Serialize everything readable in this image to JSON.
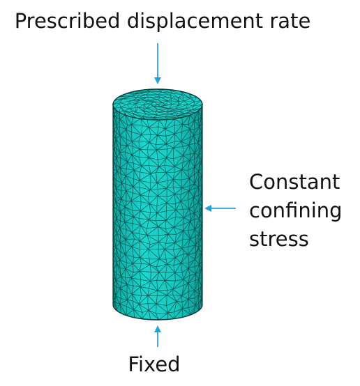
{
  "labels": {
    "top": "Prescribed displacement rate",
    "right_line1": "Constant",
    "right_line2": "confining",
    "right_line3": "stress",
    "bottom": "Fixed"
  },
  "colors": {
    "mesh_fill": "#14ccc4",
    "mesh_shade": "#0ea8a2",
    "mesh_lines": "#0a3b3a",
    "arrow": "#2a9fd6"
  }
}
